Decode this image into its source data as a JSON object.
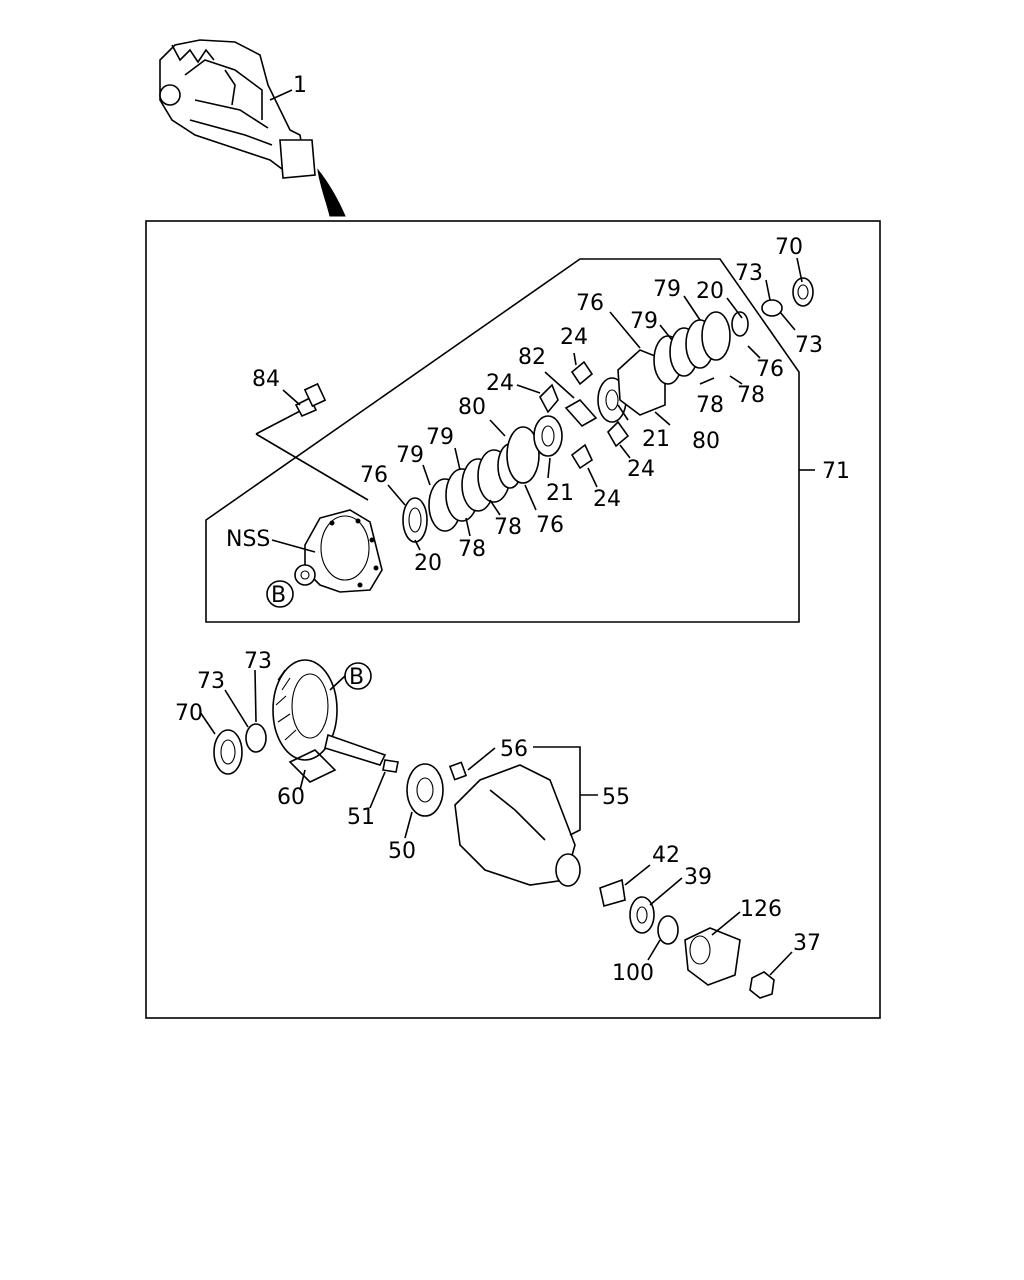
{
  "callouts": {
    "c1": "1",
    "c70a": "70",
    "c73a": "73",
    "c73b": "73",
    "c79a": "79",
    "c20a": "20",
    "c76a": "76",
    "c79b": "79",
    "c76b": "76",
    "c78a": "78",
    "c78b": "78",
    "c24a": "24",
    "c82": "82",
    "c24b": "24",
    "c21a": "21",
    "c80a": "80",
    "c80b": "80",
    "c84": "84",
    "c79c": "79",
    "c79d": "79",
    "c76c": "76",
    "c21b": "21",
    "c24c": "24",
    "c24d": "24",
    "c71": "71",
    "c76d": "76",
    "c78c": "78",
    "c78d": "78",
    "c20b": "20",
    "cnss": "NSS",
    "cb1": "B",
    "cb2": "B",
    "c73c": "73",
    "c73d": "73",
    "c70b": "70",
    "c60": "60",
    "c51": "51",
    "c50": "50",
    "c56": "56",
    "c55": "55",
    "c42": "42",
    "c39": "39",
    "c126": "126",
    "c37": "37",
    "c100": "100"
  }
}
